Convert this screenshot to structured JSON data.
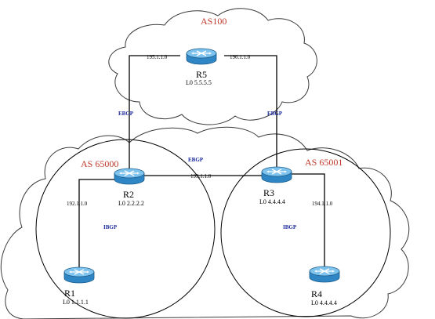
{
  "as_areas": {
    "as100": "AS100",
    "as65000": "AS 65000",
    "as65001": "AS 65001"
  },
  "routers": {
    "r1": {
      "name": "R1",
      "loopback": "L0 1.1.1.1"
    },
    "r2": {
      "name": "R2",
      "loopback": "L0 2.2.2.2"
    },
    "r3": {
      "name": "R3",
      "loopback": "L0 4.4.4.4"
    },
    "r4": {
      "name": "R4",
      "loopback": "L0 4.4.4.4"
    },
    "r5": {
      "name": "R5",
      "loopback": "L0 5.5.5.5"
    }
  },
  "networks": {
    "r5_r2": "195.1.1.0",
    "r5_r3": "196.1.1.0",
    "r2_r3": "193.1.1.0",
    "r2_r1": "192.1.1.0",
    "r3_r4": "194.1.1.0"
  },
  "protocols": {
    "r5_r2": "EBGP",
    "r5_r3": "EBGP",
    "r2_r3": "EBGP",
    "as65000_internal": "IBGP",
    "as65001_internal": "IBGP"
  },
  "colors": {
    "as_label": "#c0392b",
    "protocol_label": "#1a2a9c",
    "router_body": "#2f86c4",
    "router_top": "#7ec3ee"
  },
  "icons": {
    "router": "router-icon"
  }
}
